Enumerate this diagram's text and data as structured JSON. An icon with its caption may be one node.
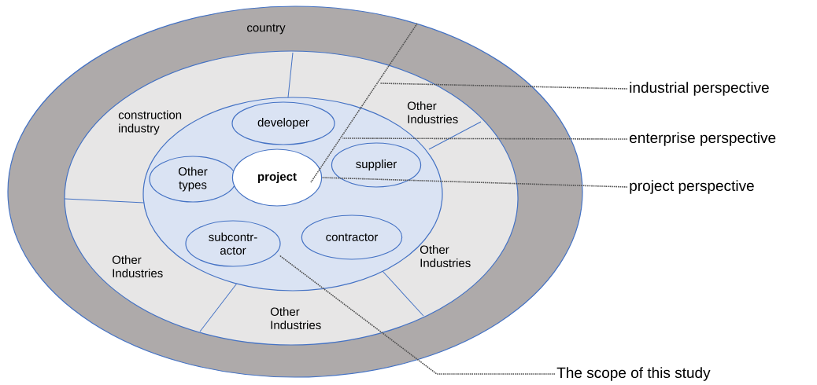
{
  "diagram": {
    "nodes": [
      {
        "text": [
          "country"
        ]
      },
      {
        "text": [],
        "shape": "ellipse",
        "in": 0
      },
      {
        "text": [],
        "shape": "ellipse",
        "in": 1
      },
      {
        "text": [
          "developer"
        ],
        "in": 2
      },
      {
        "text": [
          "Other types"
        ],
        "in": 2
      },
      {
        "text": [
          "project"
        ],
        "in": 2
      },
      {
        "text": [
          "supplier"
        ],
        "in": 2
      },
      {
        "text": [
          "subcontr- actor"
        ],
        "in": 2
      },
      {
        "text": [
          "contractor"
        ],
        "in": 2
      },
      {
        "text": [
          "industrial perspective"
        ]
      },
      {
        "text": [
          "enterprise perspective"
        ]
      },
      {
        "text": [
          "project perspective"
        ]
      },
      {
        "text": [
          "The scope of this study"
        ]
      }
    ],
    "edges": [
      {
        "from": 9,
        "to": 1,
        "arrow": "none"
      },
      {
        "from": 10,
        "to": 2,
        "arrow": "none"
      },
      {
        "from": 11,
        "to": 5,
        "arrow": "none"
      },
      {
        "from": 12,
        "to": 7,
        "arrow": "none"
      }
    ],
    "labels": [
      "construction industry",
      "Other Industries",
      "Other Industries",
      "Other Industries",
      "Other Industries"
    ]
  }
}
